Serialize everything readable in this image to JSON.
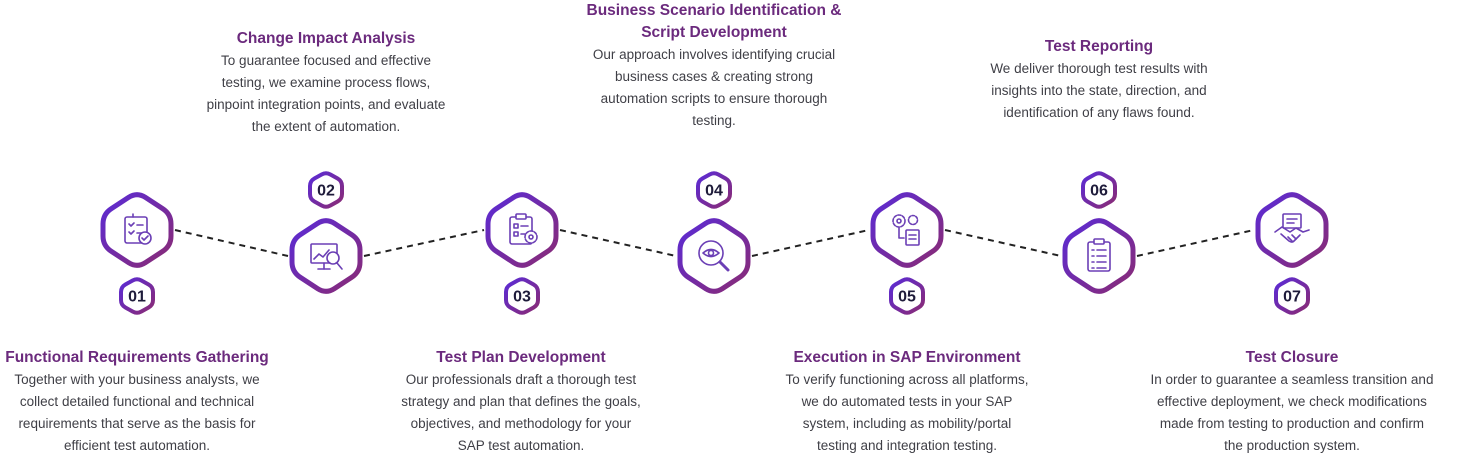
{
  "colors": {
    "gradient_start": "#5b2bd6",
    "gradient_end": "#8a2b74",
    "title": "#6b2a7d",
    "text": "#3f3f46",
    "number": "#1e1b3a",
    "connector": "#222222"
  },
  "steps": [
    {
      "number": "01",
      "title": "Functional Requirements Gathering",
      "lines": [
        "Together with your business analysts, we",
        "collect detailed functional and technical",
        "requirements that serve as the basis for",
        "efficient test automation."
      ],
      "icon": "checklist-icon"
    },
    {
      "number": "02",
      "title": "Change Impact Analysis",
      "lines": [
        "To guarantee focused and effective",
        "testing, we examine process flows,",
        "pinpoint integration points, and evaluate",
        "the extent of automation."
      ],
      "icon": "analysis-chart-icon"
    },
    {
      "number": "03",
      "title": "Test Plan Development",
      "lines": [
        "Our professionals draft a thorough test",
        "strategy and plan that defines the goals,",
        "objectives, and methodology for your",
        "SAP test automation."
      ],
      "icon": "clipboard-gear-icon"
    },
    {
      "number": "04",
      "title_lines": [
        "Business Scenario Identification &",
        "Script Development"
      ],
      "lines": [
        "Our approach involves identifying crucial",
        "business cases & creating strong",
        "automation scripts to ensure thorough",
        "testing."
      ],
      "icon": "eye-magnifier-icon"
    },
    {
      "number": "05",
      "title": "Execution in SAP Environment",
      "lines": [
        "To verify functioning across all platforms,",
        "we do automated tests in your SAP",
        "system, including as mobility/portal",
        "testing and integration testing."
      ],
      "icon": "gears-document-icon"
    },
    {
      "number": "06",
      "title": "Test Reporting",
      "lines": [
        "We deliver thorough test results with",
        "insights into the state, direction, and",
        "identification of any flaws found."
      ],
      "icon": "report-clipboard-icon"
    },
    {
      "number": "07",
      "title": "Test Closure",
      "lines": [
        "In order to guarantee a seamless transition and",
        "effective deployment, we check modifications",
        "made from testing to production and confirm",
        "the production system."
      ],
      "icon": "handshake-document-icon"
    }
  ]
}
